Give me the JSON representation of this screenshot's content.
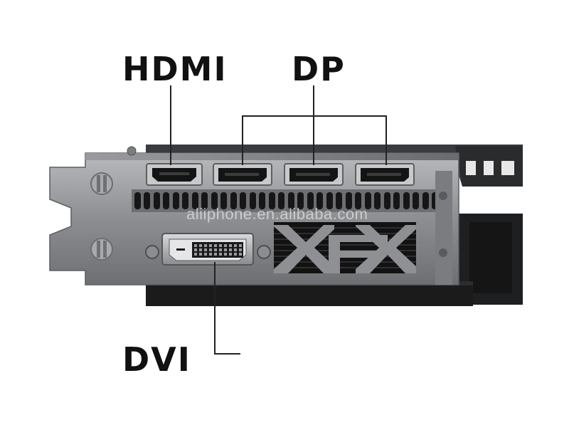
{
  "labels": {
    "hdmi": "HDMI",
    "dp": "DP",
    "dvi": "DVI"
  },
  "watermark": "aliiphone.en.alibaba.com",
  "bracket_logo": "XFX",
  "colors": {
    "background": "#ffffff",
    "label_text": "#111111",
    "leader_line": "#222222",
    "bracket_metal": "#8e8f92",
    "port_dark": "#141414",
    "heatsink": "#1c1c1c"
  }
}
